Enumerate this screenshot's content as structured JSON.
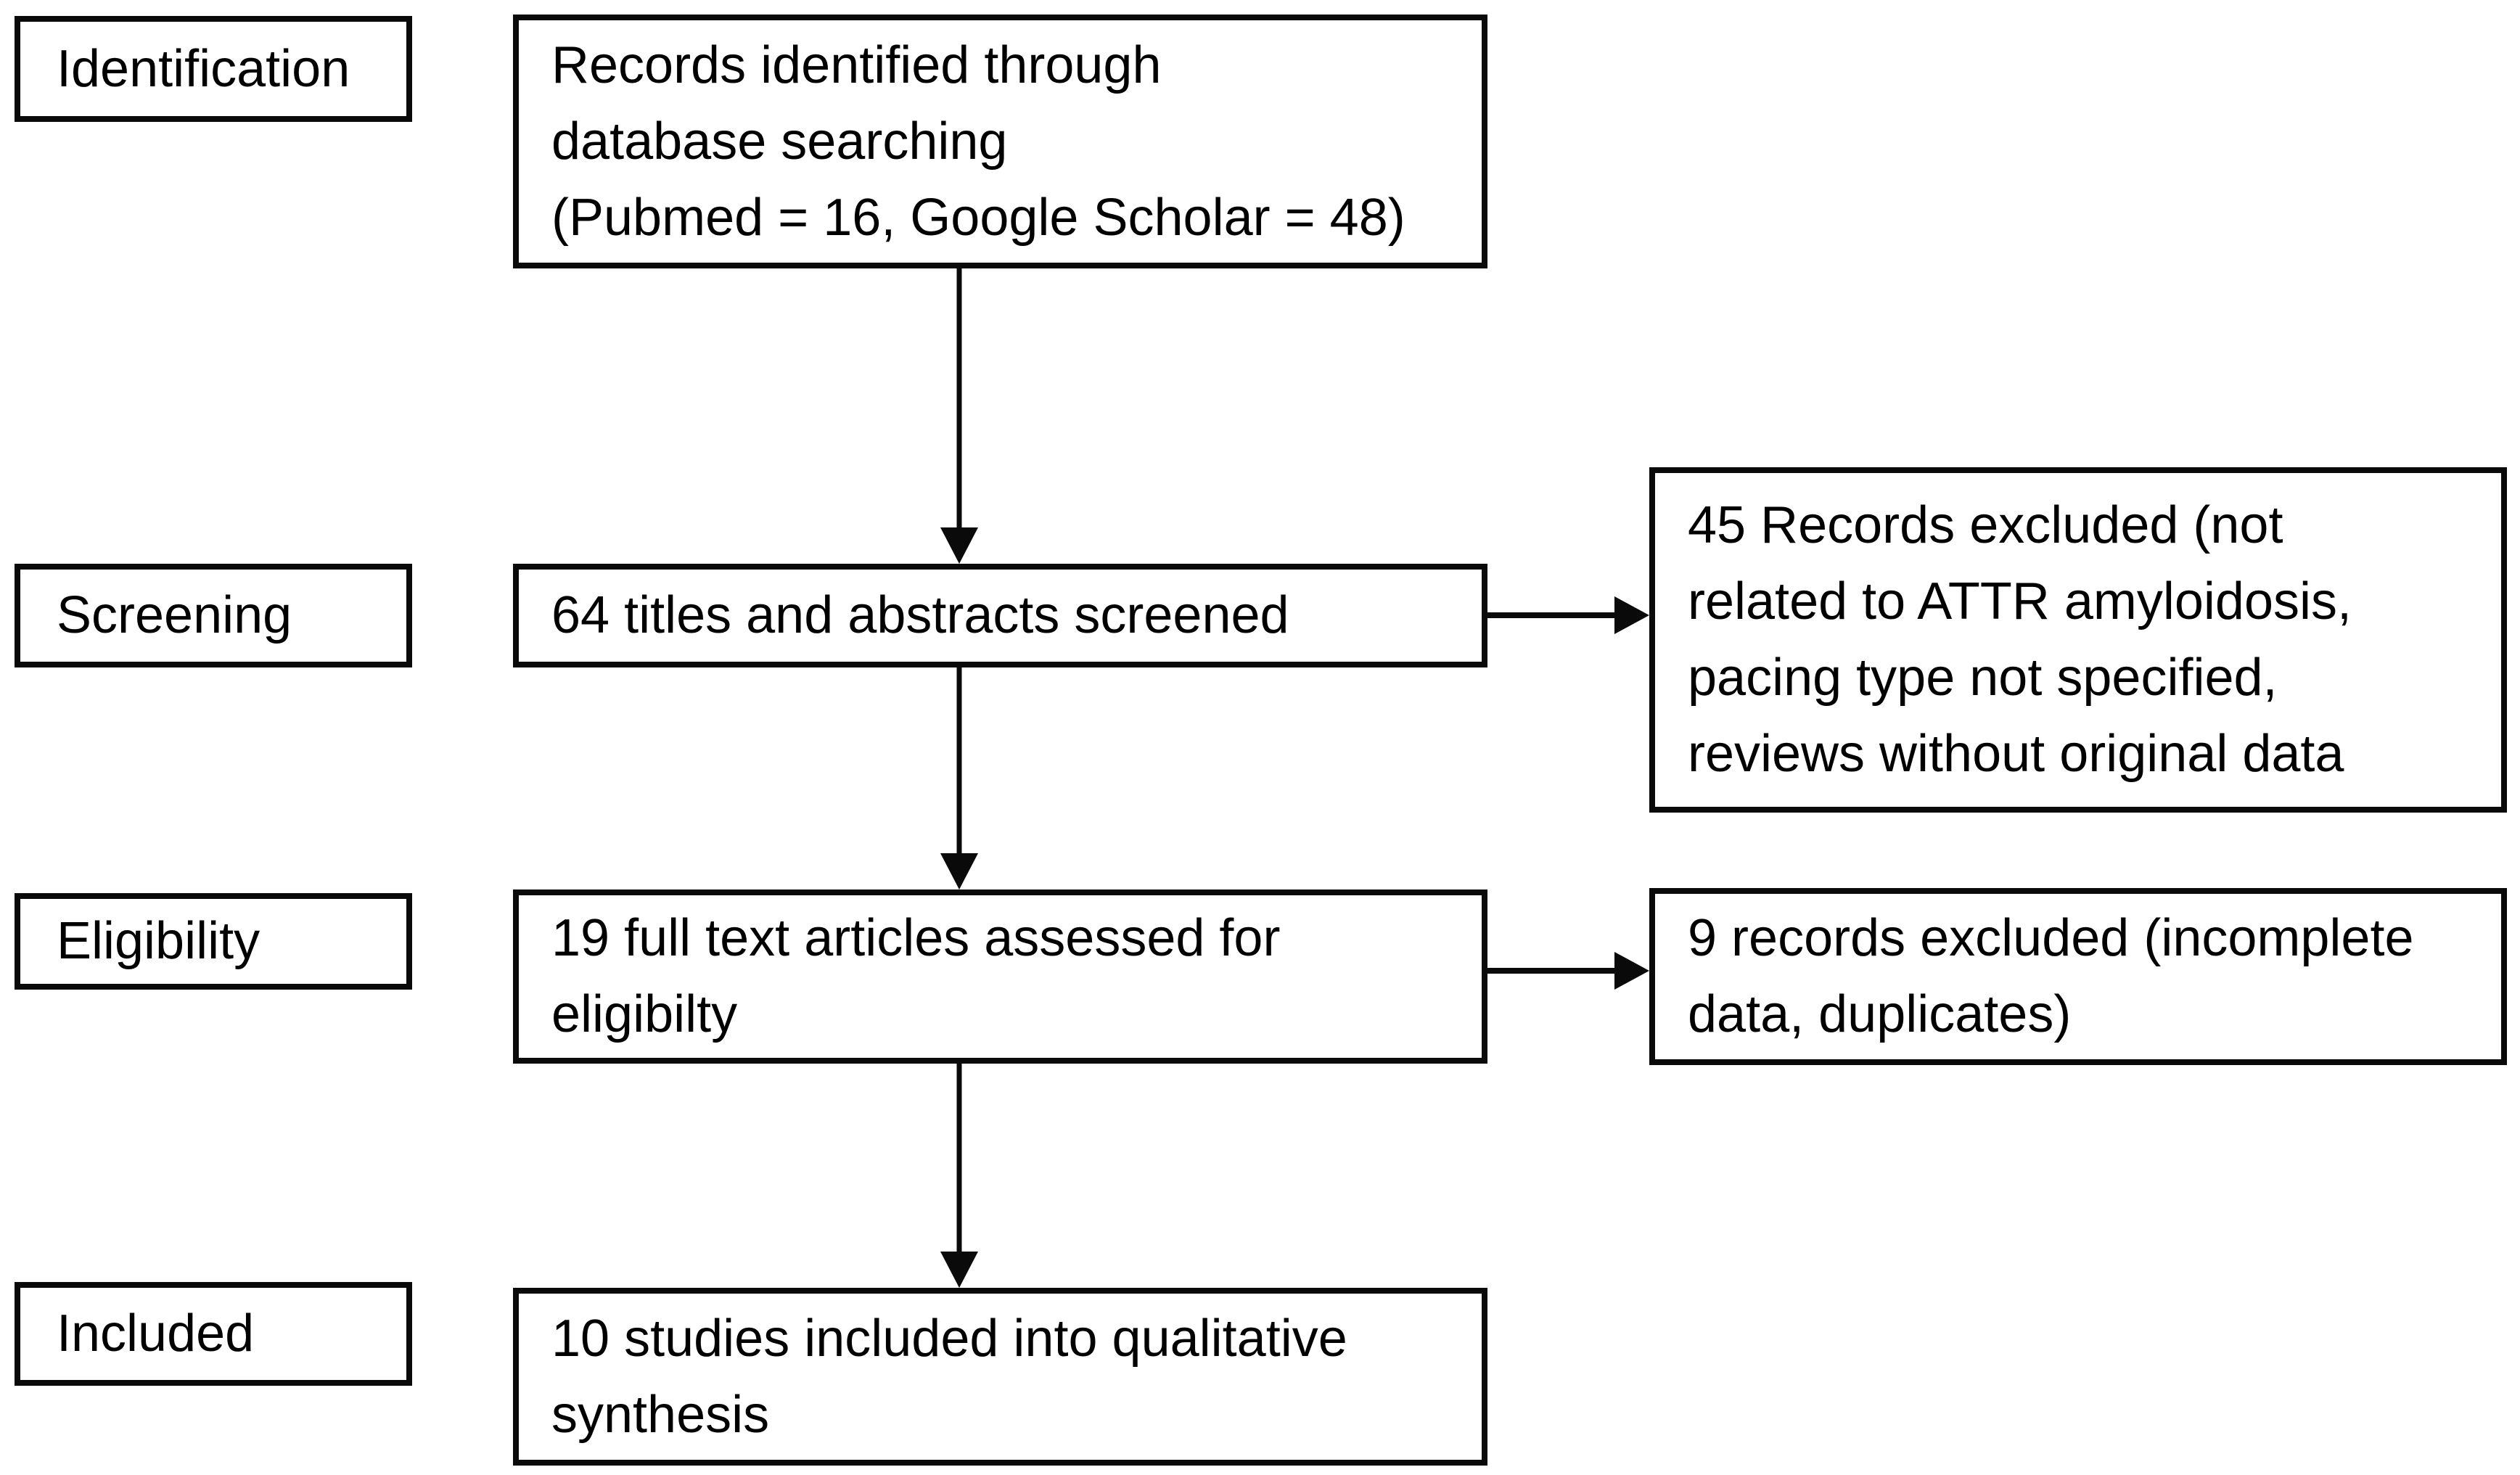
{
  "page": {
    "background_color": "#ffffff",
    "line_color": "#0a0a0a",
    "text_color": "#000000"
  },
  "diagram": {
    "type": "prisma-flow",
    "stage_labels": {
      "identification": "Identification",
      "screening": "Screening",
      "eligibility": "Eligibility",
      "included": "Included"
    },
    "flow_boxes": {
      "records_identified": "Records identified through\ndatabase searching\n(Pubmed = 16, Google Scholar = 48)",
      "titles_screened": "64 titles and abstracts screened",
      "fulltext_assessed": "19 full text articles assessed for\neligibilty",
      "studies_included": "10 studies included into qualitative\nsynthesis"
    },
    "exclusion_boxes": {
      "screening_excluded": "45 Records excluded (not\nrelated to ATTR amyloidosis,\npacing type not specified,\nreviews without original data",
      "eligibility_excluded": "9 records excluded (incomplete\ndata, duplicates)"
    },
    "counts": {
      "pubmed": 16,
      "google_scholar": 48,
      "titles_abstracts_screened": 64,
      "records_excluded_screening": 45,
      "fulltext_assessed": 19,
      "records_excluded_eligibility": 9,
      "studies_included": 10
    },
    "connections": [
      {
        "from": "records_identified",
        "to": "titles_screened",
        "direction": "down"
      },
      {
        "from": "titles_screened",
        "to": "screening_excluded",
        "direction": "right"
      },
      {
        "from": "titles_screened",
        "to": "fulltext_assessed",
        "direction": "down"
      },
      {
        "from": "fulltext_assessed",
        "to": "eligibility_excluded",
        "direction": "right"
      },
      {
        "from": "fulltext_assessed",
        "to": "studies_included",
        "direction": "down"
      }
    ]
  }
}
